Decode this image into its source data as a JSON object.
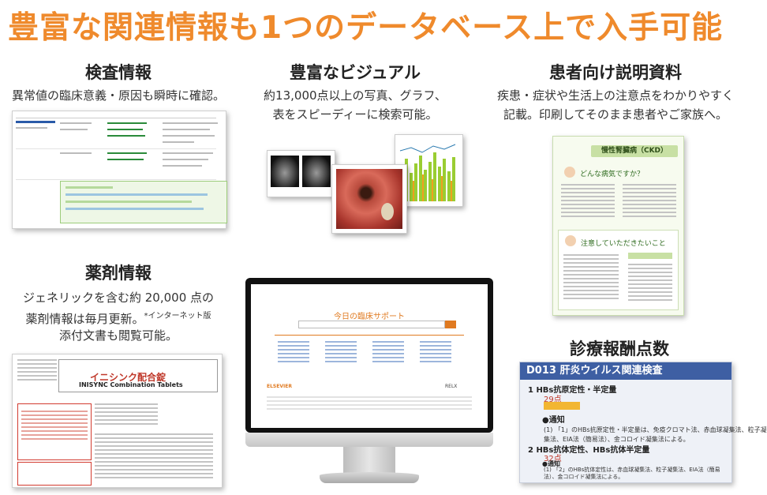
{
  "headline": "豊富な関連情報も1つのデータベース上で入手可能",
  "sections": {
    "exam": {
      "title": "検査情報",
      "desc": "異常値の臨床意義・原因も瞬時に確認。"
    },
    "visual": {
      "title": "豊富なビジュアル",
      "desc1": "約13,000点以上の写真、グラフ、",
      "desc2": "表をスピーディーに検索可能。"
    },
    "patient": {
      "title": "患者向け説明資料",
      "desc1": "疾患・症状や生活上の注意点をわかりやすく",
      "desc2": "記載。印刷してそのまま患者やご家族へ。",
      "doc_title": "慢性腎臓病（CKD）",
      "doc_q1": "どんな病気ですか？",
      "doc_q2": "注意していただきたいこと"
    },
    "drug": {
      "title": "薬剤情報",
      "desc1": "ジェネリックを含む約 20,000 点の",
      "desc2": "薬剤情報は毎月更新。",
      "desc2_note": "*インターネット版",
      "desc3": "添付文書も閲覧可能。",
      "brand_ja": "イニシンク配合錠",
      "brand_en": "INISYNC Combination Tablets"
    },
    "fee": {
      "title": "診療報酬点数",
      "header": "D013 肝炎ウイルス関連検査",
      "item1": "1 HBs抗原定性・半定量",
      "item1_points": "29点",
      "item1_bullet": "●通知",
      "item1_note1": "(1) 「1」のHBs抗原定性・半定量は、免疫クロマト法、赤血球凝集法、粒子凝",
      "item1_note2": "集法、EIA法（簡易法）、金コロイド凝集法による。",
      "item2": "2 HBs抗体定性、HBs抗体半定量",
      "item2_points": "32点",
      "item2_bullet": "●通知",
      "item2_note1": "(1) 「2」のHBs抗体定性は、赤血球凝集法、粒子凝集法、EIA法（簡易",
      "item2_note2": "法）、金コロイド凝集法による。"
    }
  },
  "monitor": {
    "site_title": "今日の臨床サポート",
    "publisher": "ELSEVIER",
    "partner": "RELX"
  }
}
